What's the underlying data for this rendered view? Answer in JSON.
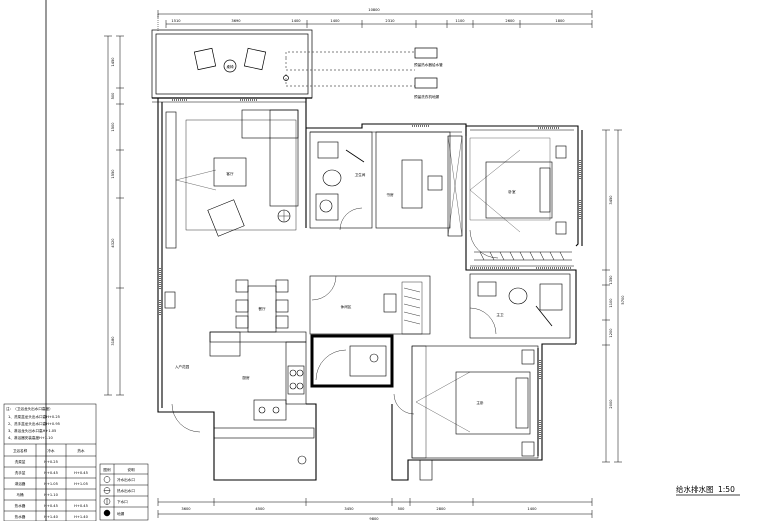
{
  "drawing": {
    "title": "给水排水图",
    "scale": "1:50"
  },
  "dimensions": {
    "top_overall": "10800",
    "top": [
      "1510",
      "3690",
      "1400",
      "1400",
      "2310",
      "1100",
      "2600",
      "1800"
    ],
    "left": [
      "1450",
      "500",
      "1500",
      "1550",
      "4320",
      "3180"
    ],
    "right": [
      "3450",
      "5700",
      "1350",
      "1100",
      "1200",
      "2000"
    ],
    "bottom": [
      "3600",
      "4500",
      "3450",
      "500",
      "2800",
      "1400"
    ],
    "bottom_overall": "9800"
  },
  "rooms": {
    "living": "客厅",
    "study": "书房",
    "bed2": "卧室",
    "bath2": "卫生间",
    "dining": "餐厅",
    "nook": "休闲区",
    "kitchen": "厨房",
    "master": "主卧",
    "master_bath": "主卫",
    "balcony_service": "入户花园",
    "balcony_table": "桌椅"
  },
  "balcony_labels": {
    "water_outlet": "预留热水器给水管",
    "drain": "预留洗衣机地漏"
  },
  "notes": {
    "title": "注：（卫浴龙头出水口高度）",
    "lines": [
      "1、洗菜盆龙头出水口高H+0.25",
      "2、洗手盆龙头出水口高H+0.95",
      "3、淋浴龙头出水口高H+1.05",
      "4、淋浴器安装高度H+1.10"
    ],
    "table_header": [
      "卫浴名称",
      "冷水",
      "热水"
    ],
    "table_rows": [
      [
        "洗菜盆",
        "H+0.25",
        ""
      ],
      [
        "洗手盆",
        "H+0.45",
        "H+0.45"
      ],
      [
        "淋浴器",
        "H+1.05",
        "H+1.05"
      ],
      [
        "马桶",
        "H+1.10",
        ""
      ],
      [
        "热水器",
        "H+0.45",
        "H+0.45"
      ],
      [
        "热水器",
        "H+1.40",
        "H+1.40"
      ]
    ]
  },
  "legend": {
    "header": [
      "图例",
      "说明"
    ],
    "items": [
      "冷水出水口",
      "热水出水口",
      "下水口",
      "地漏"
    ]
  },
  "colors": {
    "line": "#000000",
    "hatch": "#444444",
    "dash": "#555555"
  }
}
